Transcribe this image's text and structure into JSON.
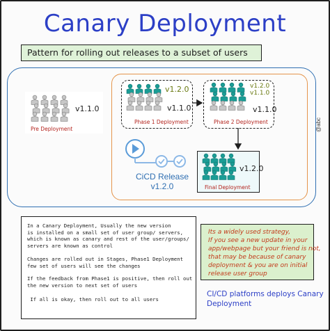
{
  "title": "Canary Deployment",
  "subtitle": "Pattern for rolling out  releases to a subset of  users",
  "colors": {
    "title": "#2c3fc6",
    "teal_user": "#1a9d96",
    "gray_user": "#c7c7c7",
    "outer_border": "#2f6fb2",
    "inner_border": "#e4944a",
    "stage_label": "#b3231d",
    "subtitle_bg": "#dff2d8",
    "tip_bg": "#dbf0cd",
    "tip_text": "#c23a1a"
  },
  "groups": {
    "pre": {
      "label": "Pre Deployment",
      "versions": [
        "v1.1.0"
      ],
      "teal_rows": 0
    },
    "phase1": {
      "label": "Phase 1 Deployment",
      "versions": [
        "v1.2.0",
        "v1.1.0"
      ],
      "teal_rows": 1
    },
    "phase2": {
      "label": "Phase 2 Deployment",
      "versions": [
        "v1.2.0",
        "v1.1.0",
        "v1.1.0"
      ],
      "teal_rows": 2
    },
    "final": {
      "label": "Final Deployment",
      "versions": [
        "v1.2.0"
      ],
      "teal_rows": 3
    }
  },
  "cicd": {
    "line1": "CiCD Release",
    "line2": "v1.2.0",
    "icon": "play-checkmark-pipeline-icon"
  },
  "notes": [
    "In a Canary Deployment, Usually the new version\nis installed on a small set of user group/ servers,\nwhich is known as canary and rest of the user/groups/\nservers are known as control",
    "Changes are rolled out in Stages, Phase1 Deployment\nfew set of users will see the changes",
    "If the feedback from Phase1 is positive, then roll out\nthe new version to next set of users",
    " If all is okay, then roll out to all users"
  ],
  "tip": [
    "Its a widely used strategy,",
    "If you see a new update in your",
    "app/webpage but your friend is not,",
    "that may be because of canary",
    "deployment & you are on initial",
    "release user group"
  ],
  "footer": [
    "CI/CD platforms deploys Canary",
    "Deployment"
  ],
  "watermark": "@abc"
}
